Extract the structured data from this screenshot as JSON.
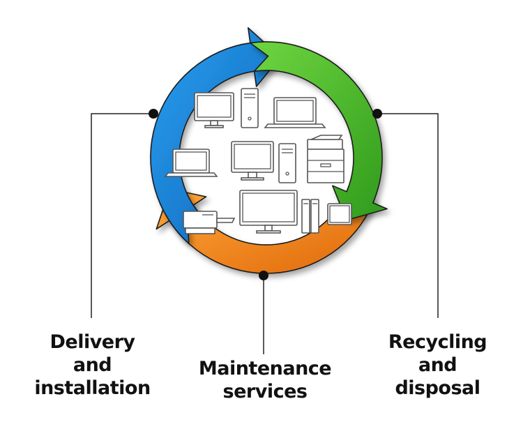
{
  "diagram": {
    "type": "cycle",
    "stages": [
      {
        "id": "delivery",
        "lines": [
          "Delivery",
          "and",
          "installation"
        ],
        "color": "#1a7fd6"
      },
      {
        "id": "maintenance",
        "lines": [
          "Maintenance",
          "services"
        ],
        "color": "#f28a1a"
      },
      {
        "id": "recycling",
        "lines": [
          "Recycling",
          "and",
          "disposal"
        ],
        "color": "#4cbc2c"
      }
    ],
    "center_icons": [
      "monitor-icon",
      "tower-pc-icon",
      "laptop-icon",
      "printer-icon",
      "server-icon",
      "all-in-one-pc-icon"
    ]
  }
}
